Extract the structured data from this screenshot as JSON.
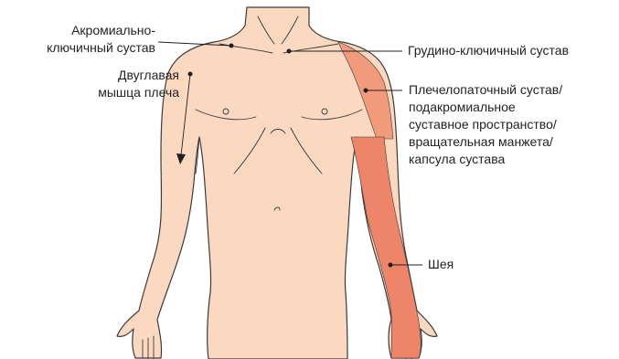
{
  "figure": {
    "colors": {
      "skin": "#fbd9c0",
      "outline": "#3a3a3a",
      "pain_light": "#f29b7c",
      "pain_mid": "#ee8468",
      "leader": "#231f20"
    },
    "labels": {
      "acromioclavicular": "Акромиально-\nключичный сустав",
      "biceps": "Двуглавая\nмышца плеча",
      "sternoclavicular": "Грудино-ключичный сустав",
      "glenohumeral": "Плечелопаточный сустав/\nподакромиальное\nсуставное пространство/\nвращательная манжета/\nкапсула сустава",
      "neck": "Шея"
    }
  }
}
